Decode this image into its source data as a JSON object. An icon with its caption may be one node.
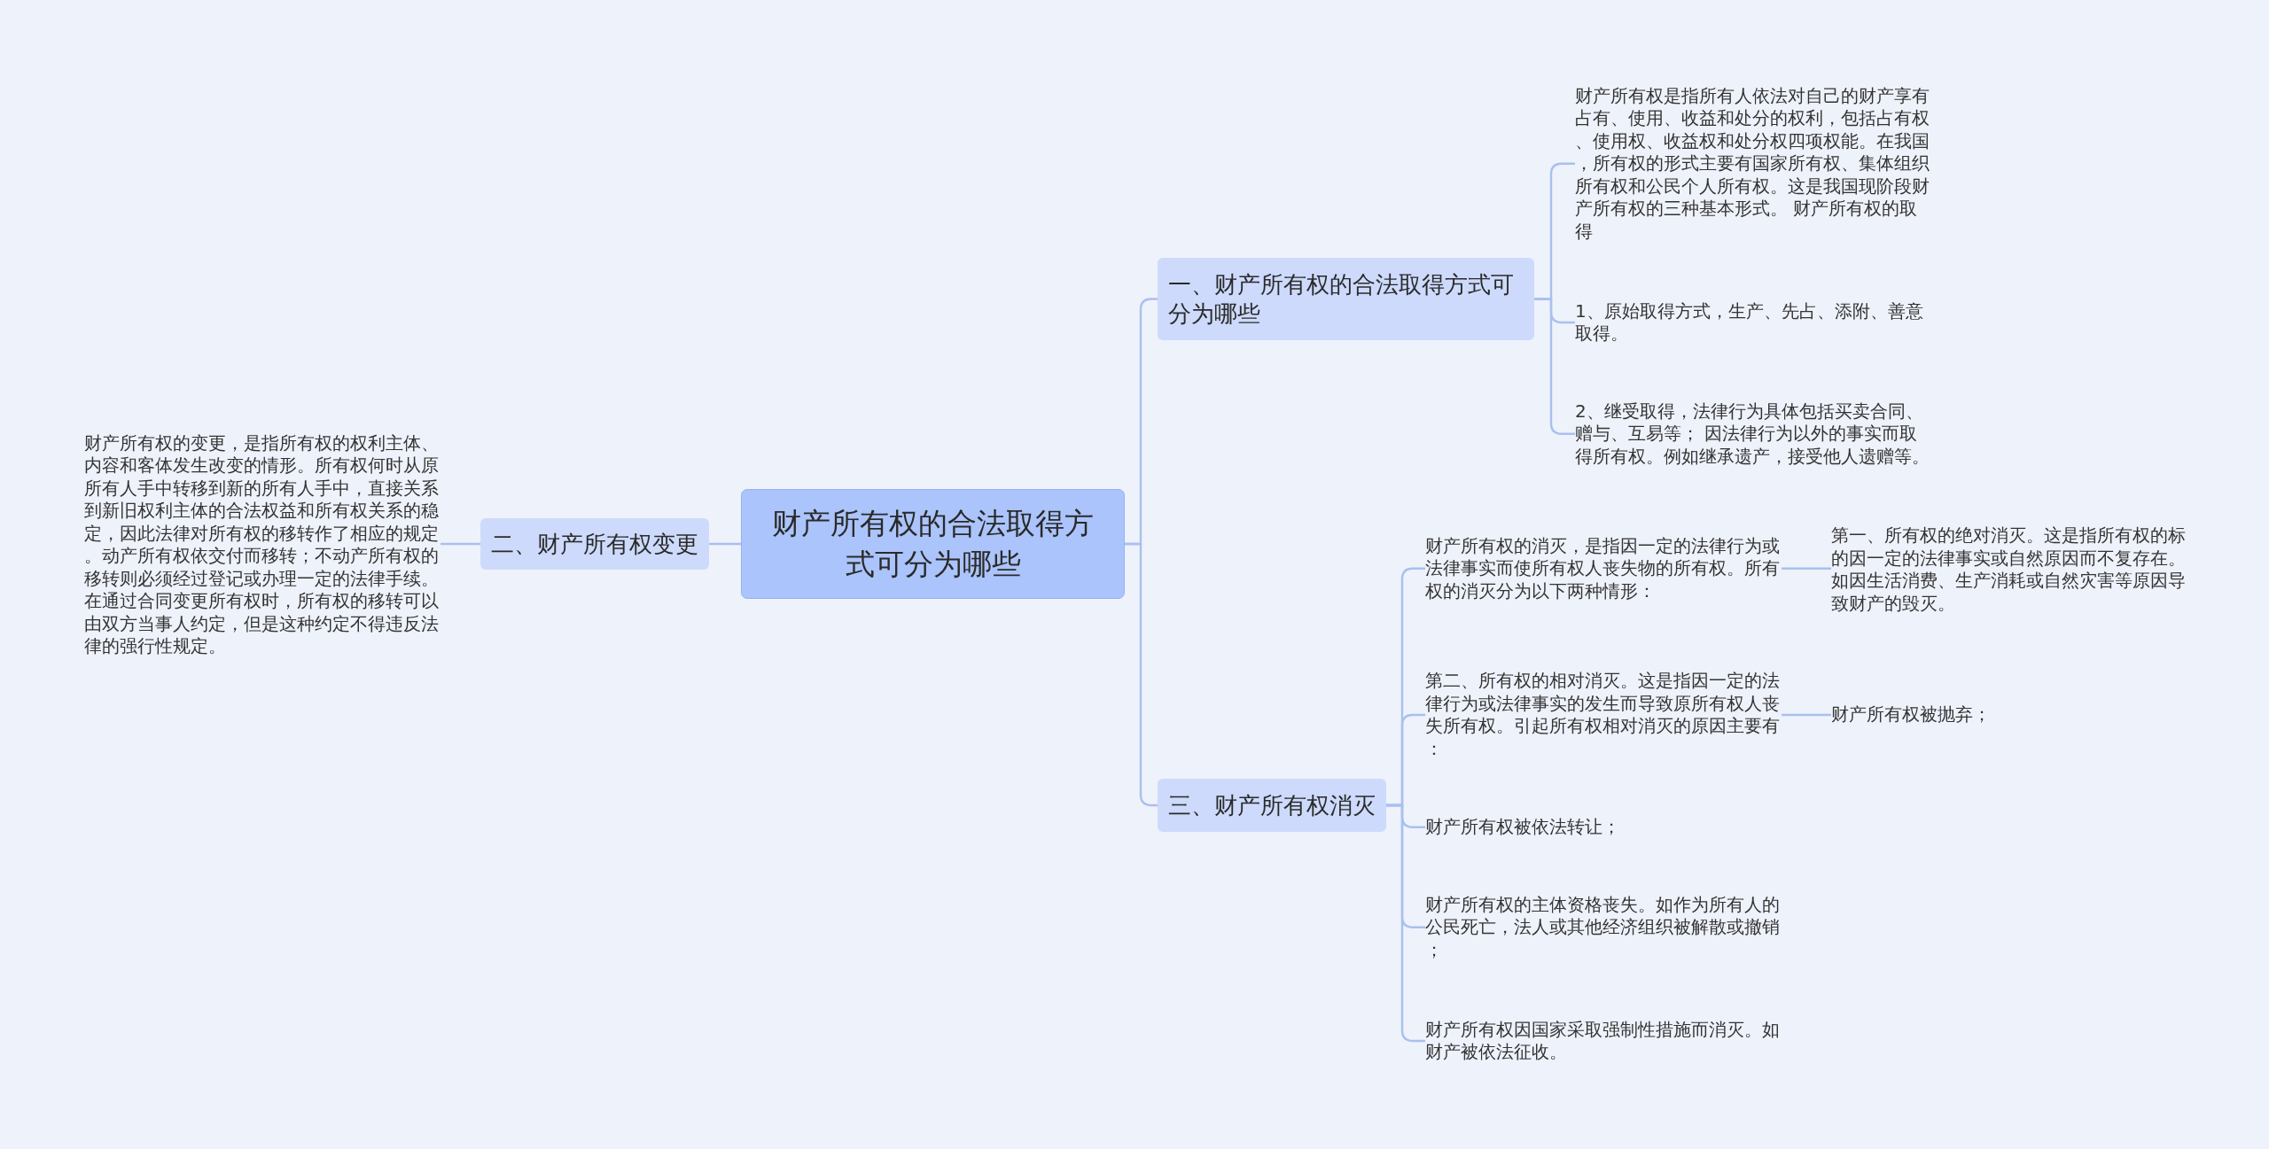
{
  "diagram": {
    "nodes": [
      {
        "text": [
          "财产所有权的合法取得方式可分为哪些"
        ]
      },
      {
        "text": [
          "一、财产所有权的合法取得方式可分为哪些"
        ]
      },
      {
        "text": [
          "财产所有权是指所有人依法对自己的财产享有占有、使用、收益和处分的权利，包括占有权、使用权、收益权和处分权四项权能。在我国，所有权的形式主要有国家所有权、集体组织所有权和公民个人所有权。这是我国现阶段财产所有权的三种基本形式。 财产所有权的取得"
        ]
      },
      {
        "text": [
          "1、原始取得方式，生产、先占、添附、善意取得。"
        ]
      },
      {
        "text": [
          "2、继受取得，法律行为具体包括买卖合同、赠与、互易等； 因法律行为以外的事实而取得所有权。例如继承遗产，接受他人遗赠等。"
        ]
      },
      {
        "text": [
          "二、财产所有权变更"
        ]
      },
      {
        "text": [
          "财产所有权的变更，是指所有权的权利主体、内容和客体发生改变的情形。所有权何时从原所有人手中转移到新的所有人手中，直接关系到新旧权利主体的合法权益和所有权关系的稳定，因此法律对所有权的移转作了相应的规定。动产所有权依交付而移转；不动产所有权的移转则必须经过登记或办理一定的法律手续。在通过合同变更所有权时，所有权的移转可以由双方当事人约定，但是这种约定不得违反法律的强行性规定。"
        ]
      },
      {
        "text": [
          "三、财产所有权消灭"
        ]
      },
      {
        "text": [
          "财产所有权的消灭，是指因一定的法律行为或法律事实而使所有权人丧失物的所有权。所有权的消灭分为以下两种情形："
        ]
      },
      {
        "text": [
          "第一、所有权的绝对消灭。这是指所有权的标的因一定的法律事实或自然原因而不复存在。如因生活消费、生产消耗或自然灾害等原因导致财产的毁灭。"
        ]
      },
      {
        "text": [
          "第二、所有权的相对消灭。这是指因一定的法律行为或法律事实的发生而导致原所有权人丧失所有权。引起所有权相对消灭的原因主要有："
        ]
      },
      {
        "text": [
          "财产所有权被抛弃；"
        ]
      },
      {
        "text": [
          "财产所有权被依法转让；"
        ]
      },
      {
        "text": [
          "财产所有权的主体资格丧失。如作为所有人的公民死亡，法人或其他经济组织被解散或撤销；"
        ]
      },
      {
        "text": [
          "财产所有权因国家采取强制性措施而消灭。如财产被依法征收。"
        ]
      }
    ],
    "edges": [
      {
        "from": 0,
        "to": 1,
        "arrow": "none"
      },
      {
        "from": 1,
        "to": 2,
        "arrow": "none"
      },
      {
        "from": 1,
        "to": 3,
        "arrow": "none"
      },
      {
        "from": 1,
        "to": 4,
        "arrow": "none"
      },
      {
        "from": 0,
        "to": 5,
        "arrow": "none"
      },
      {
        "from": 5,
        "to": 6,
        "arrow": "none"
      },
      {
        "from": 0,
        "to": 7,
        "arrow": "none"
      },
      {
        "from": 7,
        "to": 8,
        "arrow": "none"
      },
      {
        "from": 8,
        "to": 9,
        "arrow": "none"
      },
      {
        "from": 7,
        "to": 10,
        "arrow": "none"
      },
      {
        "from": 10,
        "to": 11,
        "arrow": "none"
      },
      {
        "from": 7,
        "to": 12,
        "arrow": "none"
      },
      {
        "from": 7,
        "to": 13,
        "arrow": "none"
      },
      {
        "from": 7,
        "to": 14,
        "arrow": "none"
      }
    ]
  }
}
